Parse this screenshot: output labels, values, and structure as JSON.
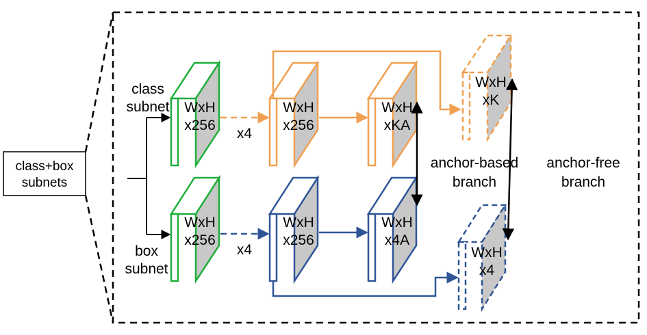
{
  "colors": {
    "class_stroke": "#f0a050",
    "box_stroke": "#2f5597",
    "feature_stroke": "#1fae3a",
    "panel_fill": "#c8c8c8",
    "line": "#000000"
  },
  "input_box": {
    "line1": "class+box",
    "line2": "subnets"
  },
  "class_subnet": {
    "line1": "class",
    "line2": "subnet"
  },
  "box_subnet": {
    "line1": "box",
    "line2": "subnet"
  },
  "repeat_class": "x4",
  "repeat_box": "x4",
  "class_feature": {
    "line1": "WxH",
    "line2": "x256"
  },
  "box_feature": {
    "line1": "WxH",
    "line2": "x256"
  },
  "class_head_mid": {
    "line1": "WxH",
    "line2": "x256"
  },
  "box_head_mid": {
    "line1": "WxH",
    "line2": "x256"
  },
  "class_anchor_based_out": {
    "line1": "WxH",
    "line2": "xKA"
  },
  "box_anchor_based_out": {
    "line1": "WxH",
    "line2": "x4A"
  },
  "class_anchor_free_out": {
    "line1": "WxH",
    "line2": "xK"
  },
  "box_anchor_free_out": {
    "line1": "WxH",
    "line2": "x4"
  },
  "anchor_based_label": {
    "line1": "anchor-based",
    "line2": "branch"
  },
  "anchor_free_label": {
    "line1": "anchor-free",
    "line2": "branch"
  }
}
